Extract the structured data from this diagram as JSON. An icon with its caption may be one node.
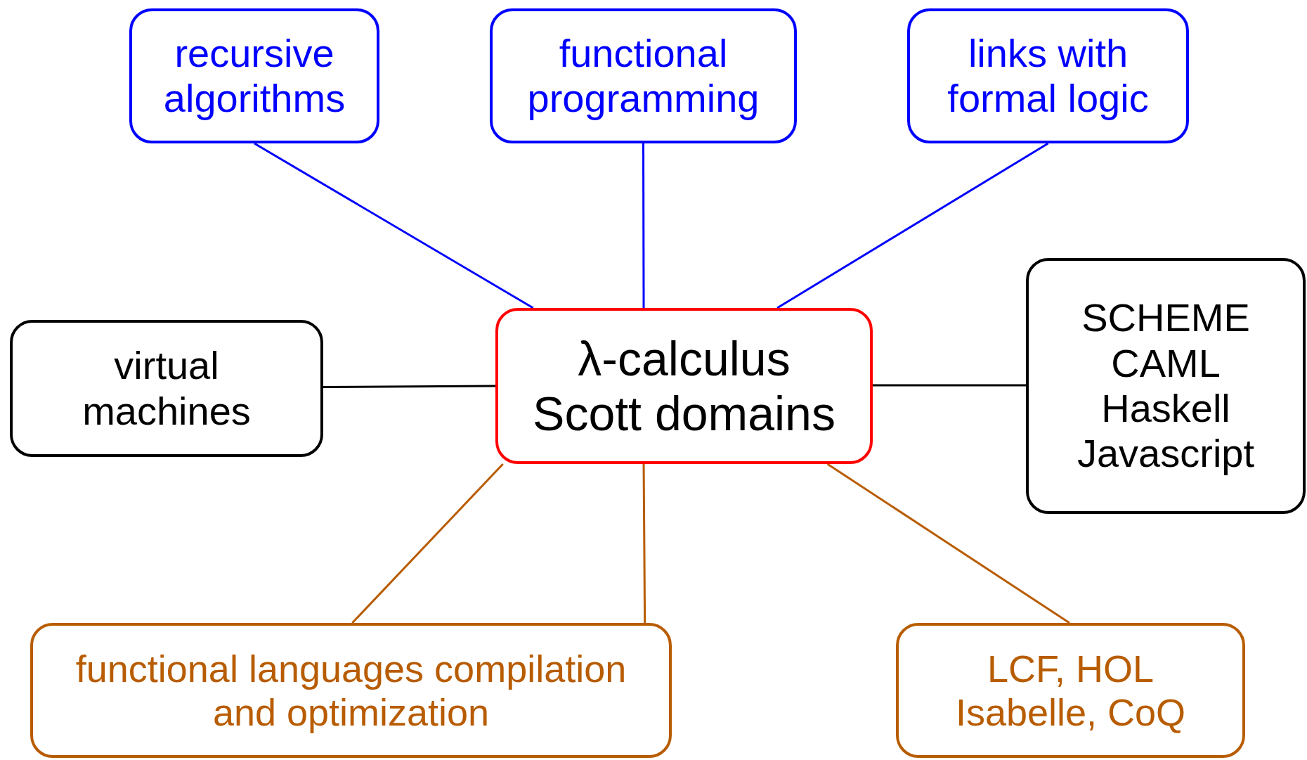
{
  "diagram": {
    "nodes": [
      {
        "text": [
          "recursive algorithms"
        ]
      },
      {
        "text": [
          "functional programming"
        ]
      },
      {
        "text": [
          "links with formal logic"
        ]
      },
      {
        "text": [
          "virtual machines"
        ]
      },
      {
        "text": [
          "λ-calculus",
          "Scott domains"
        ]
      },
      {
        "text": [
          "SCHEME",
          "CAML",
          "Haskell",
          "Javascript"
        ]
      },
      {
        "text": [
          "functional languages compilation and optimization"
        ]
      },
      {
        "text": [
          "LCF, HOL Isabelle, CoQ"
        ]
      }
    ],
    "edges": [
      {
        "from": 0,
        "to": 4,
        "arrow": "none",
        "color": "#0000ff"
      },
      {
        "from": 1,
        "to": 4,
        "arrow": "none",
        "color": "#0000ff"
      },
      {
        "from": 2,
        "to": 4,
        "arrow": "none",
        "color": "#0000ff"
      },
      {
        "from": 3,
        "to": 4,
        "arrow": "none",
        "color": "#000000"
      },
      {
        "from": 4,
        "to": 5,
        "arrow": "none",
        "color": "#000000"
      },
      {
        "from": 6,
        "to": 4,
        "arrow": "none",
        "color": "#b85c00"
      },
      {
        "from": 6,
        "to": 4,
        "arrow": "none",
        "color": "#b85c00"
      },
      {
        "from": 7,
        "to": 4,
        "arrow": "none",
        "color": "#b85c00"
      }
    ]
  }
}
